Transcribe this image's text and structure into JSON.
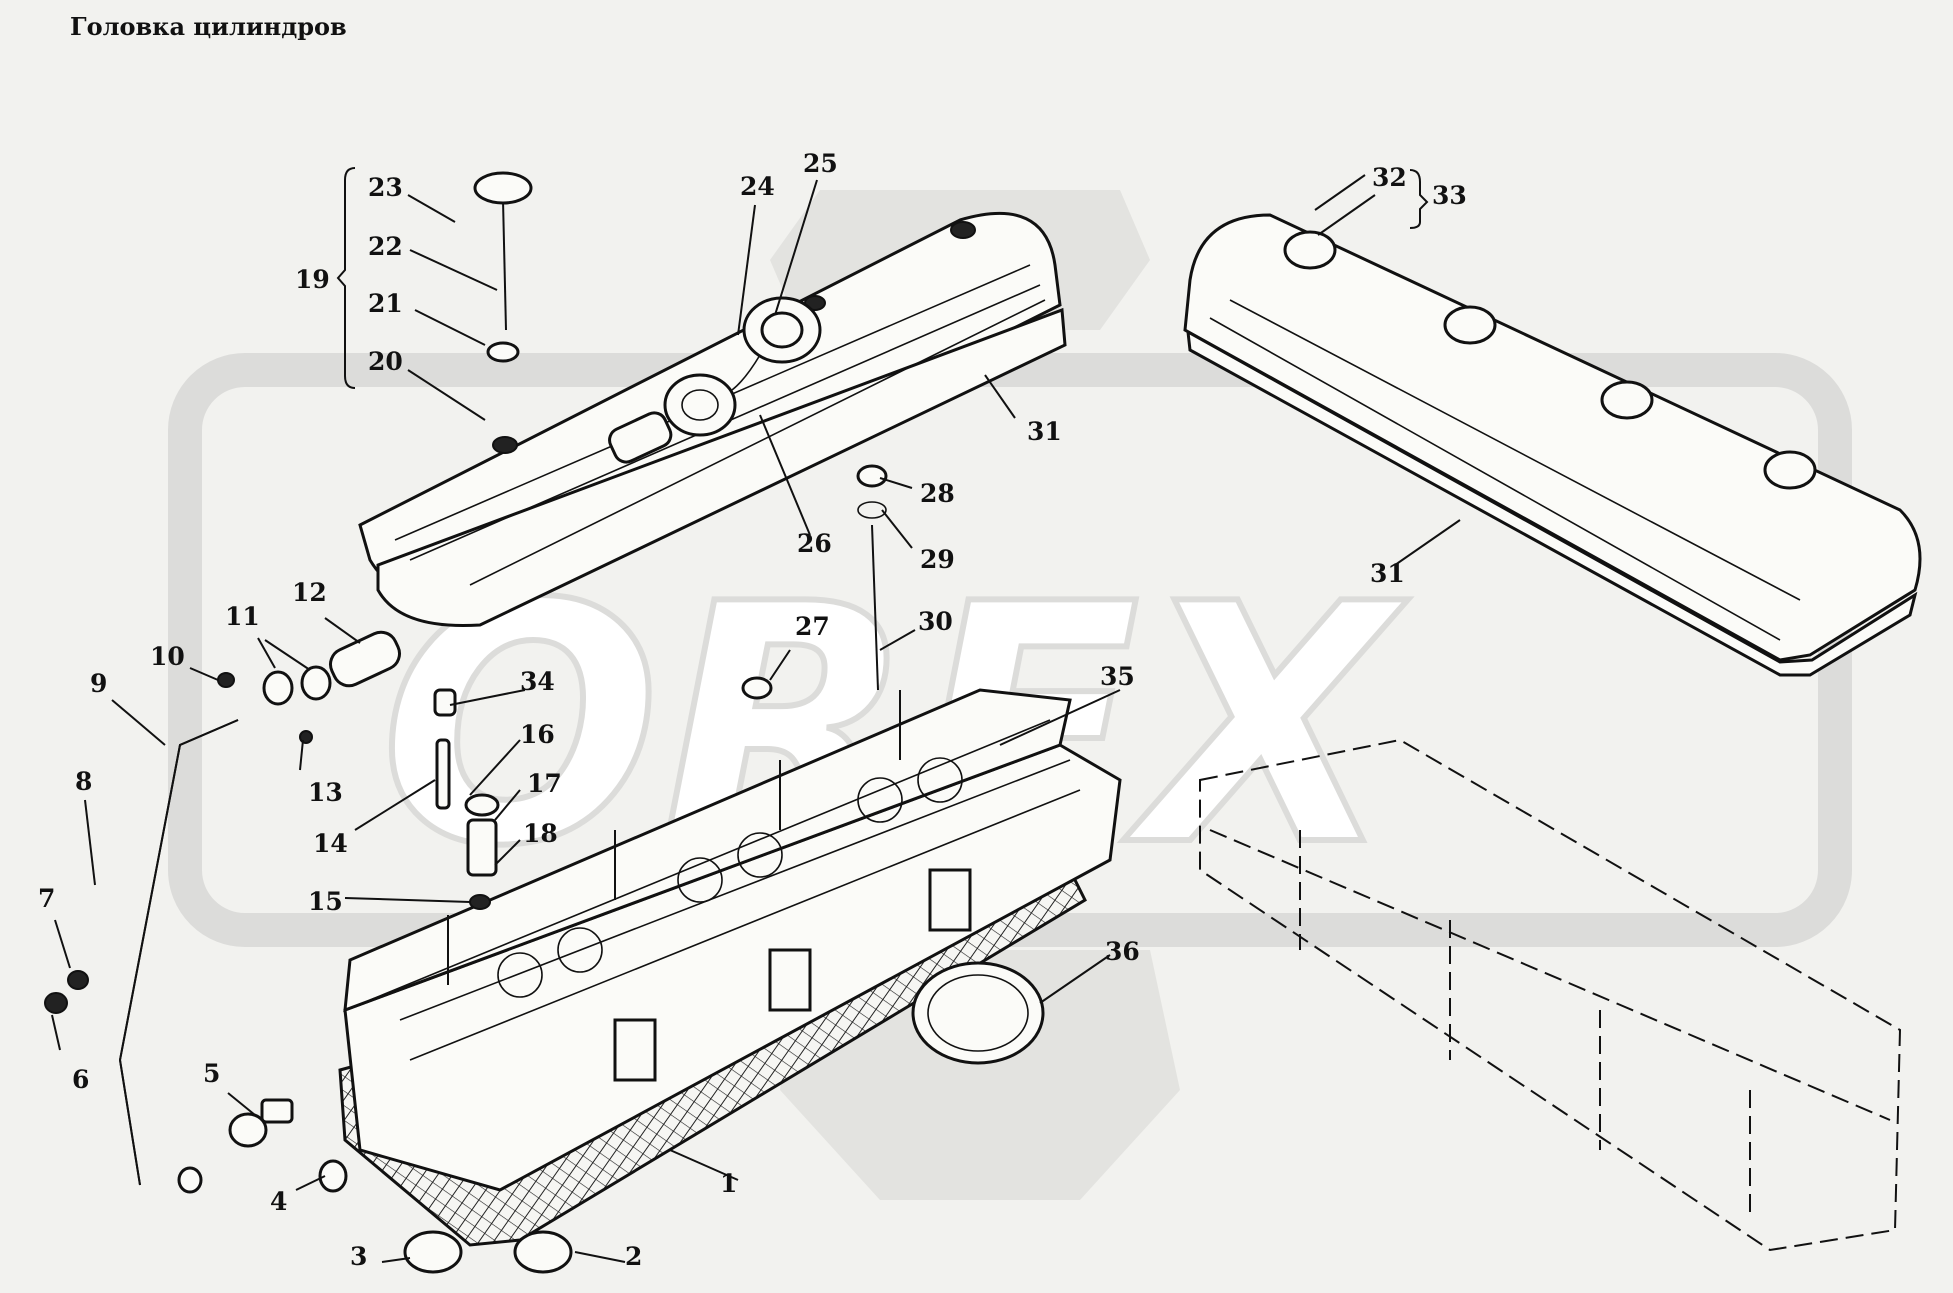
{
  "title": "Головка цилиндров",
  "colors": {
    "background": "#f2f2ef",
    "line": "#111111",
    "watermark": "#dddddb"
  },
  "callouts": [
    {
      "id": "1",
      "text": "1"
    },
    {
      "id": "2",
      "text": "2"
    },
    {
      "id": "3",
      "text": "3"
    },
    {
      "id": "4",
      "text": "4"
    },
    {
      "id": "5",
      "text": "5"
    },
    {
      "id": "6",
      "text": "6"
    },
    {
      "id": "7",
      "text": "7"
    },
    {
      "id": "8",
      "text": "8"
    },
    {
      "id": "9",
      "text": "9"
    },
    {
      "id": "10",
      "text": "10"
    },
    {
      "id": "11",
      "text": "11"
    },
    {
      "id": "12",
      "text": "12"
    },
    {
      "id": "13",
      "text": "13"
    },
    {
      "id": "14",
      "text": "14"
    },
    {
      "id": "15",
      "text": "15"
    },
    {
      "id": "16",
      "text": "16"
    },
    {
      "id": "17",
      "text": "17"
    },
    {
      "id": "18",
      "text": "18"
    },
    {
      "id": "19",
      "text": "19"
    },
    {
      "id": "20",
      "text": "20"
    },
    {
      "id": "21",
      "text": "21"
    },
    {
      "id": "22",
      "text": "22"
    },
    {
      "id": "23",
      "text": "23"
    },
    {
      "id": "24",
      "text": "24"
    },
    {
      "id": "25",
      "text": "25"
    },
    {
      "id": "26",
      "text": "26"
    },
    {
      "id": "27",
      "text": "27"
    },
    {
      "id": "28",
      "text": "28"
    },
    {
      "id": "29",
      "text": "29"
    },
    {
      "id": "30",
      "text": "30"
    },
    {
      "id": "31a",
      "text": "31"
    },
    {
      "id": "31b",
      "text": "31"
    },
    {
      "id": "32",
      "text": "32"
    },
    {
      "id": "33",
      "text": "33"
    },
    {
      "id": "34",
      "text": "34"
    },
    {
      "id": "35",
      "text": "35"
    },
    {
      "id": "36",
      "text": "36"
    }
  ]
}
